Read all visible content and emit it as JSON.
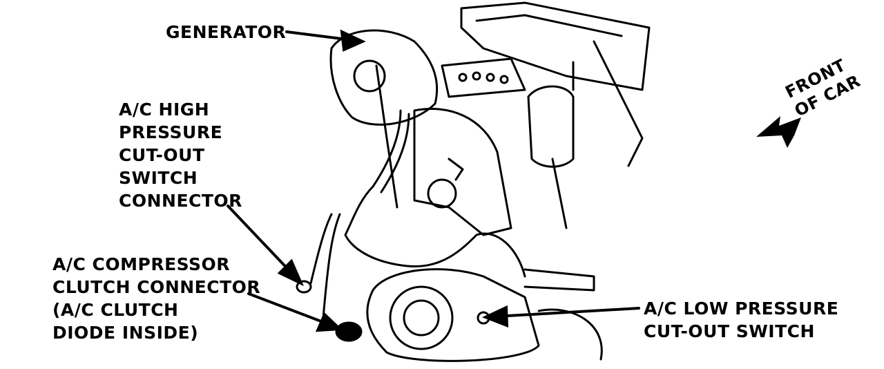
{
  "labels": {
    "generator": [
      "GENERATOR"
    ],
    "high_pressure_switch_connector": [
      "A/C HIGH",
      "PRESSURE",
      "CUT-OUT",
      "SWITCH",
      "CONNECTOR"
    ],
    "compressor_clutch_connector": [
      "A/C COMPRESSOR",
      "CLUTCH CONNECTOR",
      "(A/C CLUTCH",
      "DIODE INSIDE)"
    ],
    "low_pressure_switch": [
      "A/C LOW PRESSURE",
      "CUT-OUT SWITCH"
    ],
    "front_of_car": [
      "FRONT",
      "OF CAR"
    ]
  }
}
